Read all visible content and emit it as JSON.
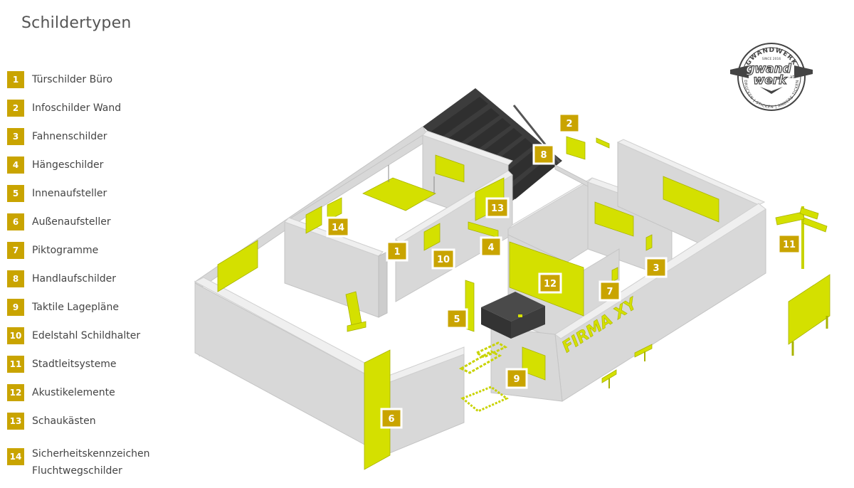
{
  "title": "Schildertypen",
  "legend": [
    {
      "num": "1",
      "label": "Türschilder Büro"
    },
    {
      "num": "2",
      "label": "Infoschilder Wand"
    },
    {
      "num": "3",
      "label": "Fahnenschilder"
    },
    {
      "num": "4",
      "label": "Hängeschilder"
    },
    {
      "num": "5",
      "label": "Innenaufsteller"
    },
    {
      "num": "6",
      "label": "Außenaufsteller"
    },
    {
      "num": "7",
      "label": "Piktogramme"
    },
    {
      "num": "8",
      "label": "Handlaufschilder"
    },
    {
      "num": "9",
      "label": "Taktile Lagepläne"
    },
    {
      "num": "10",
      "label": "Edelstahl Schildhalter"
    },
    {
      "num": "11",
      "label": "Stadtleitsysteme"
    },
    {
      "num": "12",
      "label": "Akustikelemente"
    },
    {
      "num": "13",
      "label": "Schaukästen"
    },
    {
      "num": "14",
      "label": "Sicherheitskennzeichen\nFluchtwegschilder"
    }
  ],
  "markers": [
    "1",
    "2",
    "3",
    "4",
    "5",
    "6",
    "7",
    "8",
    "9",
    "10",
    "11",
    "12",
    "13",
    "14"
  ],
  "wall_text": "FIRMA XY",
  "logo": {
    "top_text": "GWANDWERK",
    "since": "SINCE 2016",
    "main1": "gwand",
    "main2": "werk",
    "suffix": ".at",
    "bottom_text": "DRUCKEN | STICKEN | ANDERS TICKEN"
  },
  "colors": {
    "accent": "#c9a400",
    "sign": "#d6e000",
    "wall": "#d9d9d9",
    "wall_top": "#eeeeee",
    "stairs": "#3a3a3a"
  }
}
